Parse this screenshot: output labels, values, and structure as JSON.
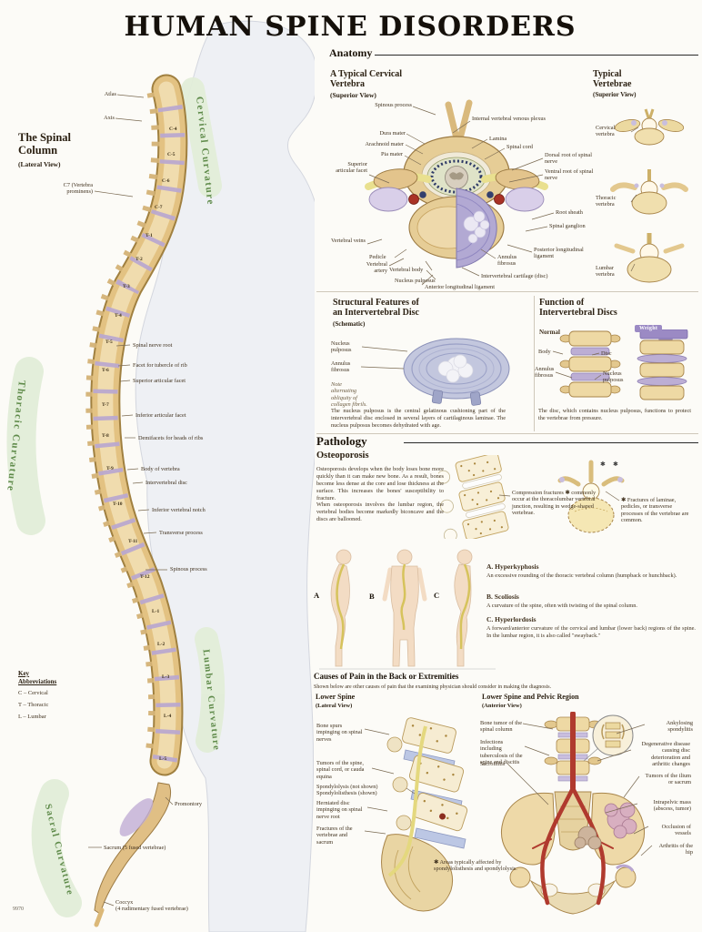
{
  "poster": {
    "title": "HUMAN SPINE DISORDERS",
    "catalog_number": "9970"
  },
  "sections": {
    "anatomy": "Anatomy",
    "pathology": "Pathology",
    "causes": "Causes of Pain in the Back or Extremities"
  },
  "marks": {
    "asterisk": "✱"
  },
  "spinal_column": {
    "heading": "The Spinal\nColumn",
    "subheading": "(Lateral View)",
    "curvatures": {
      "cervical": "Cervical Curvature",
      "thoracic": "Thoracic Curvature",
      "lumbar": "Lumbar Curvature",
      "sacral": "Sacral Curvature"
    },
    "labels": {
      "atlas": "Atlas",
      "axis": "Axis",
      "c7": "C7 (Vertebra\nprominens)",
      "spinal_nerve_root": "Spinal nerve root",
      "facet_tubercle": "Facet for tubercle of rib",
      "superior_facet": "Superior articular facet",
      "inferior_facet": "Inferior articular facet",
      "demifacets": "Demifacets for heads of ribs",
      "body_of_vertebra": "Body of vertebra",
      "intervertebral_disc": "Intervertebral disc",
      "inferior_notch": "Inferior vertebral notch",
      "transverse_process": "Transverse process",
      "spinous_process": "Spinous process",
      "promontory": "Promontory",
      "sacrum": "Sacrum (5 fused vertebrae)",
      "coccyx": "Coccyx\n(4 rudimentary fused vertebrae)"
    },
    "levels": [
      "C-4",
      "C-5",
      "C-6",
      "C-7",
      "T-1",
      "T-2",
      "T-3",
      "T-4",
      "T-5",
      "T-6",
      "T-7",
      "T-8",
      "T-9",
      "T-10",
      "T-11",
      "T-12",
      "L-1",
      "L-2",
      "L-3",
      "L-4",
      "L-5"
    ],
    "key": {
      "heading": "Key\nAbbreviations",
      "c": "C – Cervical",
      "t": "T – Thoracic",
      "l": "L – Lumbar"
    }
  },
  "cervical_vertebra": {
    "heading": "A Typical Cervical\nVertebra",
    "subheading": "(Superior View)",
    "labels": {
      "spinous_process": "Spinous process",
      "dura_mater": "Dura mater",
      "arachnoid_mater": "Arachnoid mater",
      "pia_mater": "Pia mater",
      "superior_articular_facet": "Superior articular facet",
      "vertebral_veins": "Vertebral veins",
      "pedicle": "Pedicle",
      "vertebral_artery": "Vertebral artery",
      "vertebral_body": "Vertebral body",
      "nucleus_pulposus": "Nucleus pulposus",
      "internal_plexus": "Internal vertebral venous plexus",
      "lamina": "Lamina",
      "spinal_cord": "Spinal cord",
      "dorsal_root": "Dorsal root of spinal nerve",
      "ventral_root": "Ventral root of spinal nerve",
      "root_sheath": "Root sheath",
      "spinal_ganglion": "Spinal ganglion",
      "posterior_ligament": "Posterior longitudinal ligament",
      "annulus_fibrosus": "Annulus fibrosus",
      "intervertebral_cartilage": "Intervertebral cartilage (disc)",
      "anterior_ligament": "Anterior longitudinal ligament"
    }
  },
  "typical_vertebrae": {
    "heading": "Typical\nVertebrae",
    "subheading": "(Superior View)",
    "items": [
      "Cervical vertebra",
      "Thoracic vertebra",
      "Lumbar vertebra"
    ]
  },
  "disc_structure": {
    "heading": "Structural Features of\nan Intervertebral Disc",
    "subheading": "(Schematic)",
    "labels": {
      "nucleus": "Nucleus pulposus",
      "annulus": "Annulus fibrosus"
    },
    "note": "Note\nalternating\nobliquity of\ncollagen fibrils.",
    "body": "The nucleus pulposus is the central gelatinous cushioning part of the intervertebral disc enclosed in several layers of cartilaginous laminae. The nucleus pulposus becomes dehydrated with age."
  },
  "disc_function": {
    "heading": "Function of\nIntervertebral Discs",
    "normal_label": "Normal",
    "weight_label": "Weight",
    "labels": {
      "body": "Body",
      "disc": "Disc",
      "annulus": "Annulus\nfibrosus",
      "nucleus": "Nucleus\npulposus"
    },
    "body": "The disc, which contains nucleus pulposus, functions to protect the vertebrae from pressure."
  },
  "osteoporosis": {
    "heading": "Osteoporosis",
    "para1": "Osteoporosis develops when the body loses bone more quickly than it can make new bone. As a result, bones become less dense at the core and lose thickness at the surface. This increases the bones' susceptibility to fracture.",
    "para2": "When osteoporosis involves the lumbar region, the vertebral bodies become markedly biconcave and the discs are ballooned.",
    "compression_note": "Compression fractures ✱ commonly occur at the thoracolumbar vertebral junction, resulting in wedge-shaped vertebrae.",
    "fracture_note": "✱ Fractures of laminae, pedicles, or transverse processes of the vertebrae are common."
  },
  "deformities": {
    "figure_letters": [
      "A",
      "B",
      "C"
    ],
    "items": [
      {
        "name": "A. Hyperkyphosis",
        "desc": "An excessive rounding of the thoracic vertebral column (humpback or hunchback)."
      },
      {
        "name": "B. Scoliosis",
        "desc": "A curvature of the spine, often with twisting of the spinal column."
      },
      {
        "name": "C. Hyperlordosis",
        "desc": "A forward/anterior curvature of the cervical and lumbar (lower back) regions of the spine. In the lumbar region, it is also called \"swayback.\""
      }
    ]
  },
  "causes": {
    "intro": "Shown below are other causes of pain that the examining physician should consider in making the diagnosis.",
    "lower_spine": {
      "heading": "Lower Spine",
      "subheading": "(Lateral View)",
      "labels": [
        "Bone spurs impinging on spinal nerves",
        "Tumors of the spine, spinal cord, or cauda equina",
        "Spondylolysis (not shown)\nSpondylolisthesis (shown)",
        "Herniated disc impinging on spinal nerve root",
        "Fractures of the vertebrae and sacrum"
      ],
      "footnote": "✱ Areas typically affected by spondylolisthesis and spondylolysis."
    },
    "pelvic": {
      "heading": "Lower Spine and Pelvic Region",
      "subheading": "(Anterior View)",
      "left_labels": [
        "Bone tumor of the spinal column",
        "Infections including tuberculosis of the spine and discitis",
        "Sacroiliitis"
      ],
      "right_labels": [
        "Ankylosing spondylitis",
        "Degenerative disease causing disc deterioration and arthritic changes",
        "Tumors of the ilium or sacrum",
        "Intrapelvic mass (abscess, tumor)",
        "Occlusion of vessels",
        "Arthritis of the hip"
      ]
    }
  },
  "colors": {
    "bone": "#e6cd96",
    "disc_purple": "#bcaed4",
    "nerve_yellow": "#e9e08f",
    "curvature_green": "#5e8a49",
    "artery_red": "#b03a2e",
    "band_green": "#e2edd8"
  }
}
